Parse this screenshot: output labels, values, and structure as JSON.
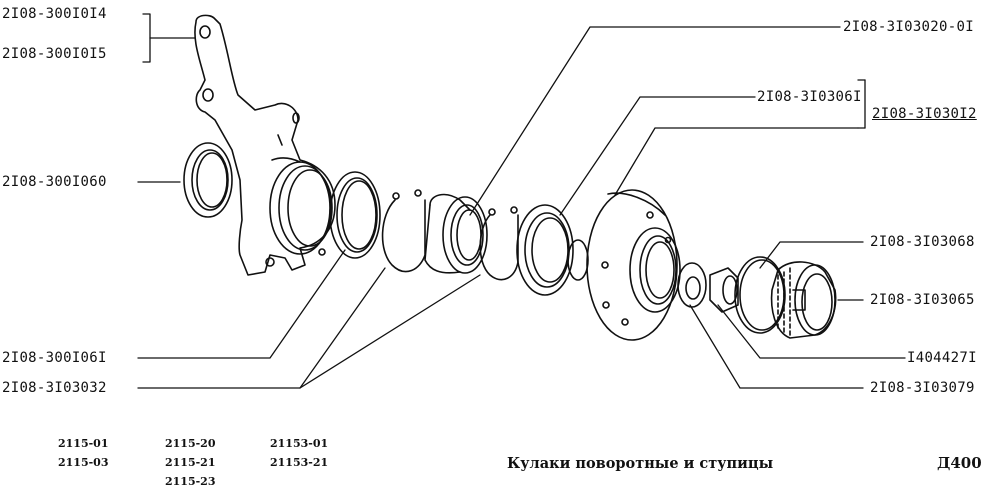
{
  "labels": {
    "knuckle_left": "2I08-300I0I4",
    "knuckle_right": "2I08-300I0I5",
    "seal_outer": "2I08-300I060",
    "shield": "2I08-300I06I",
    "retaining_ring": "2I08-3I03032",
    "bearing": "2I08-3I03020-0I",
    "hub_seal": "2I08-3I0306I",
    "hub_assembly": "2I08-3I030I2",
    "oring": "2I08-3I03068",
    "cap": "2I08-3I03065",
    "nut": "I404427I",
    "washer": "2I08-3I03079"
  },
  "models": {
    "col1": [
      "2115-01",
      "2115-03"
    ],
    "col2": [
      "2115-20",
      "2115-21",
      "2115-23"
    ],
    "col3": [
      "21153-01",
      "21153-21"
    ]
  },
  "footer": {
    "title": "Кулаки поворотные и ступицы",
    "code": "Д400"
  }
}
